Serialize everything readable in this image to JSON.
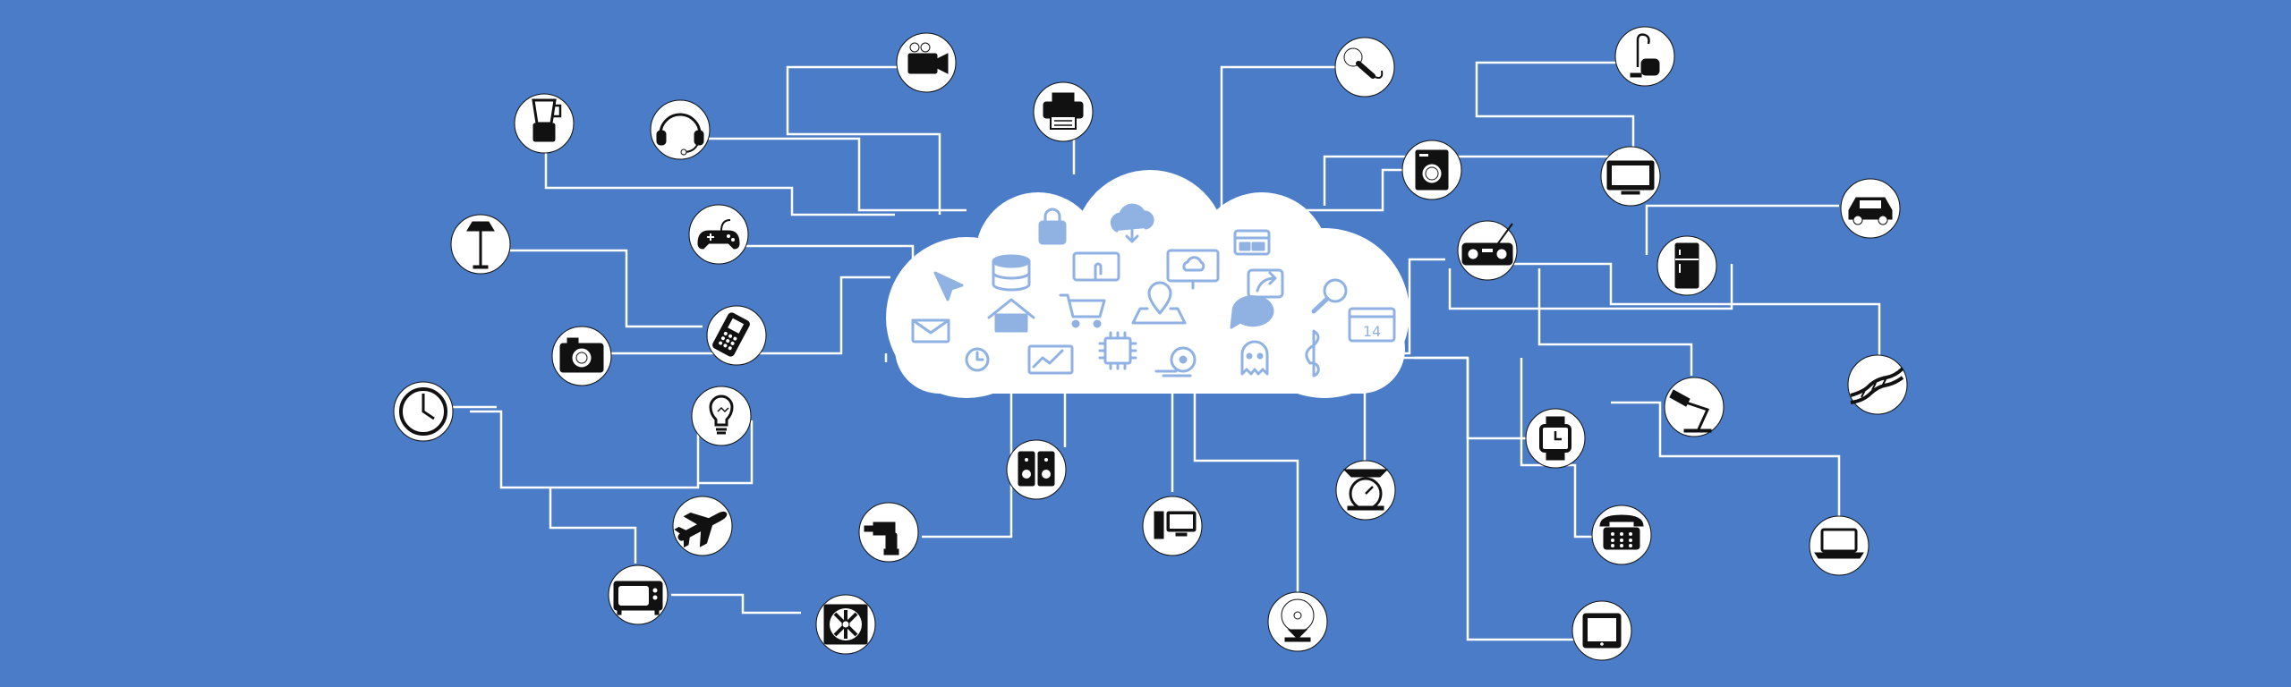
{
  "colors": {
    "background": "#4a7cc7",
    "line": "#ffffff",
    "node": "#ffffff",
    "icon": "#111111",
    "cloud_icon": "#8fb2e2"
  },
  "cloud": {
    "icons": [
      "shopping-bag-icon",
      "cloud-download-icon",
      "window-icon",
      "cursor-icon",
      "database-icon",
      "tablet-touch-icon",
      "monitor-cloud-icon",
      "share-icon",
      "search-icon",
      "mail-icon",
      "home-icon",
      "cart-icon",
      "location-pin-icon",
      "chat-bubble-icon",
      "calendar-icon",
      "clock-icon",
      "chart-icon",
      "chip-icon",
      "film-reel-icon",
      "ghost-icon",
      "music-note-icon"
    ],
    "calendar_day": "14"
  },
  "devices": [
    {
      "id": "camcorder",
      "icon": "camcorder-icon"
    },
    {
      "id": "printer",
      "icon": "printer-icon"
    },
    {
      "id": "microphone",
      "icon": "microphone-icon"
    },
    {
      "id": "vacuum",
      "icon": "vacuum-icon"
    },
    {
      "id": "blender",
      "icon": "blender-icon"
    },
    {
      "id": "headset",
      "icon": "headset-icon"
    },
    {
      "id": "washer",
      "icon": "washing-machine-icon"
    },
    {
      "id": "tv",
      "icon": "television-icon"
    },
    {
      "id": "car",
      "icon": "car-icon"
    },
    {
      "id": "lamp",
      "icon": "floor-lamp-icon"
    },
    {
      "id": "gamepad",
      "icon": "game-controller-icon"
    },
    {
      "id": "radio",
      "icon": "boombox-icon"
    },
    {
      "id": "fridge",
      "icon": "refrigerator-icon"
    },
    {
      "id": "phone",
      "icon": "mobile-phone-icon"
    },
    {
      "id": "camera",
      "icon": "photo-camera-icon"
    },
    {
      "id": "dna",
      "icon": "dna-icon"
    },
    {
      "id": "clock",
      "icon": "wall-clock-icon"
    },
    {
      "id": "bulb",
      "icon": "light-bulb-icon"
    },
    {
      "id": "desklamp",
      "icon": "desk-lamp-icon"
    },
    {
      "id": "speaker",
      "icon": "speaker-icon"
    },
    {
      "id": "watch",
      "icon": "wristwatch-icon"
    },
    {
      "id": "scale",
      "icon": "kitchen-scale-icon"
    },
    {
      "id": "desktop",
      "icon": "desktop-computer-icon"
    },
    {
      "id": "drill",
      "icon": "power-drill-icon"
    },
    {
      "id": "airplane",
      "icon": "airplane-icon"
    },
    {
      "id": "telephone",
      "icon": "telephone-icon"
    },
    {
      "id": "laptop",
      "icon": "laptop-icon"
    },
    {
      "id": "retrotv",
      "icon": "retro-tv-icon"
    },
    {
      "id": "fan",
      "icon": "fan-icon"
    },
    {
      "id": "webcam",
      "icon": "webcam-icon"
    },
    {
      "id": "tablet",
      "icon": "tablet-icon"
    }
  ]
}
